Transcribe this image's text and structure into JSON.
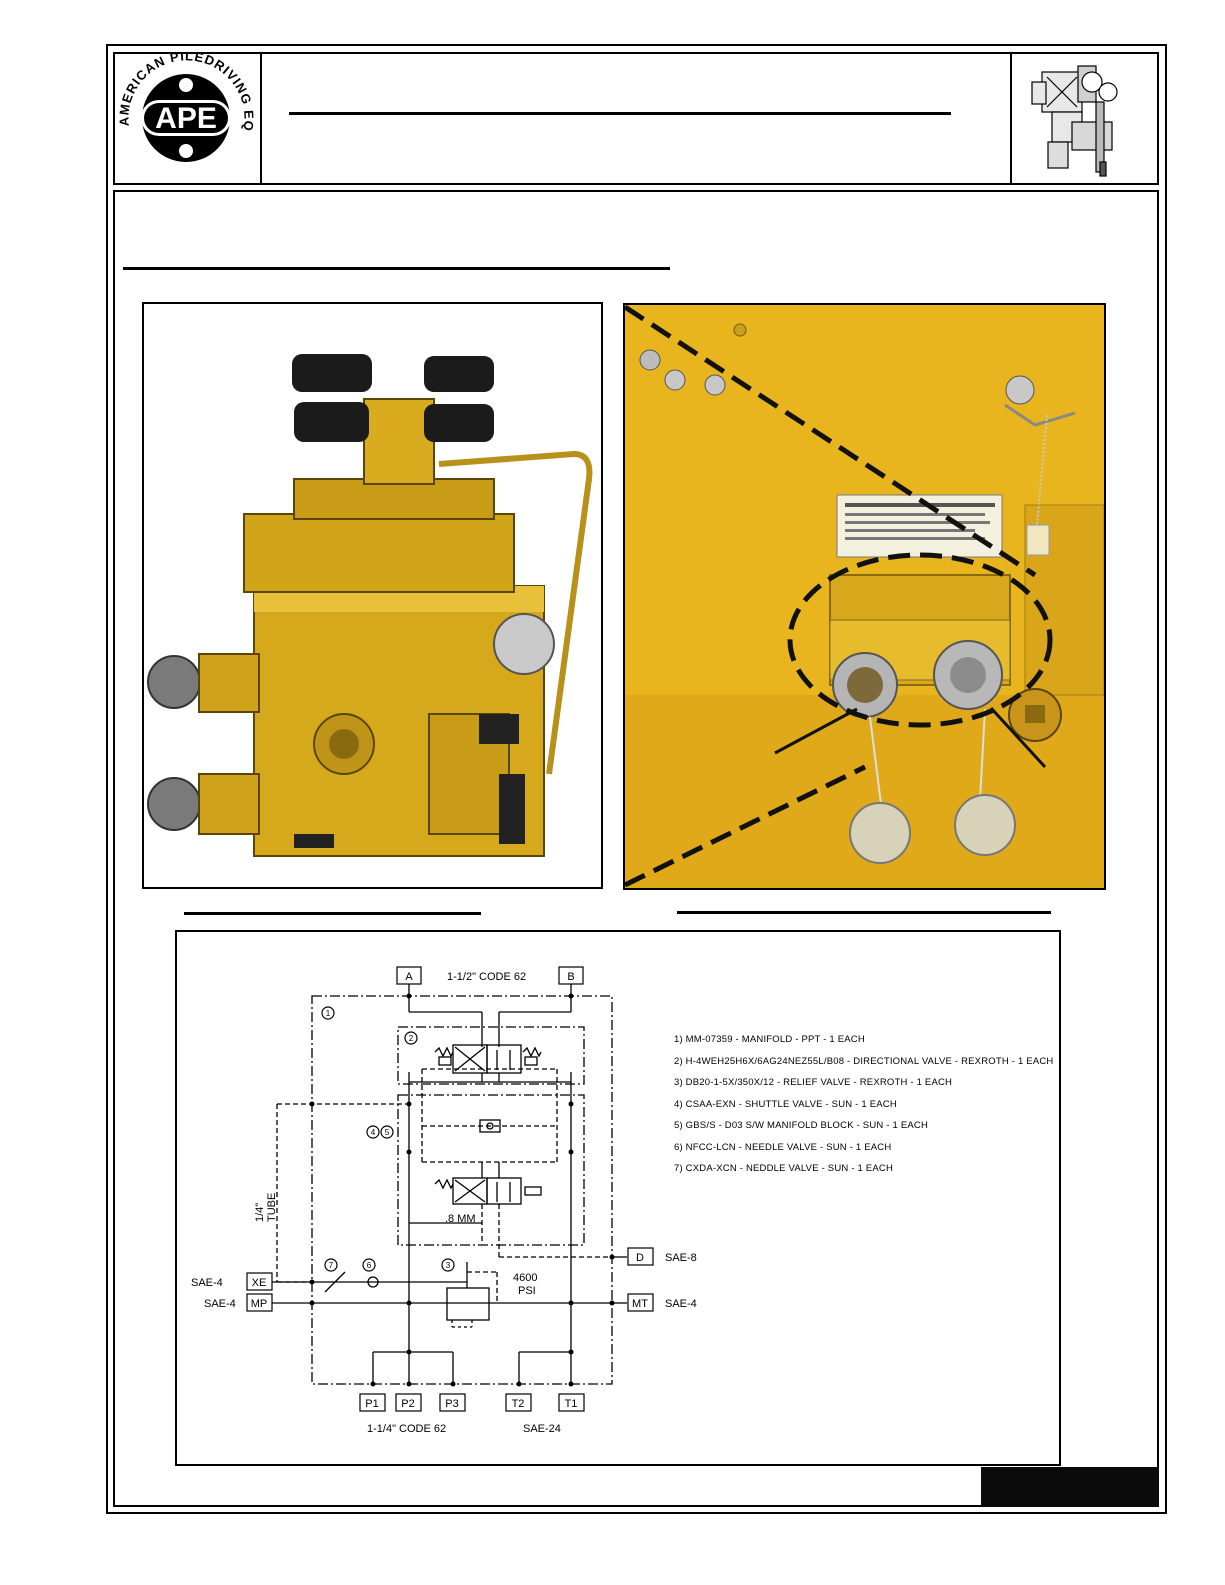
{
  "logo": {
    "company_ring": "AMERICAN PILEDRIVING EQUIPMENT, INC.",
    "initials": "APE"
  },
  "icons": {
    "thumbnail": "driver-machine-icon",
    "photo_left": "valve-manifold-photo",
    "photo_right": "quick-connect-photo"
  },
  "colors": {
    "machine_yellow": "#e3b32a",
    "panel_yellow": "#e7b41f",
    "ink": "#000000"
  },
  "schematic": {
    "port_labels": {
      "A": "A",
      "B": "B",
      "D": "D",
      "XE": "XE",
      "MP": "MP",
      "MT": "MT",
      "P1": "P1",
      "P2": "P2",
      "P3": "P3",
      "T2": "T2",
      "T1": "T1"
    },
    "top_code": "1-1/2\" CODE 62",
    "bottom_pressure_code": "1-1/4\" CODE 62",
    "bottom_tank_code": "SAE-24",
    "sae_xe": "SAE-4",
    "sae_mp": "SAE-4",
    "sae_d": "SAE-8",
    "sae_mt": "SAE-4",
    "tube_size": "1/4\"",
    "tube_word": "TUBE",
    "orifice": ".8 MM",
    "relief_pressure": "4600",
    "relief_unit": "PSI",
    "item_markers": [
      "1",
      "2",
      "3",
      "4",
      "5",
      "6",
      "7"
    ],
    "parts": [
      "1) MM-07359 - MANIFOLD - PPT - 1 EACH",
      "2) H-4WEH25H6X/6AG24NEZ55L/B08 - DIRECTIONAL VALVE - REXROTH - 1 EACH",
      "3) DB20-1-5X/350X/12 - RELIEF VALVE - REXROTH - 1 EACH",
      "4) CSAA-EXN - SHUTTLE VALVE - SUN - 1 EACH",
      "5) GBS/S - D03 S/W MANIFOLD BLOCK - SUN - 1 EACH",
      "6) NFCC-LCN - NEEDLE VALVE - SUN - 1 EACH",
      "7) CXDA-XCN - NEDDLE VALVE - SUN - 1 EACH"
    ]
  }
}
